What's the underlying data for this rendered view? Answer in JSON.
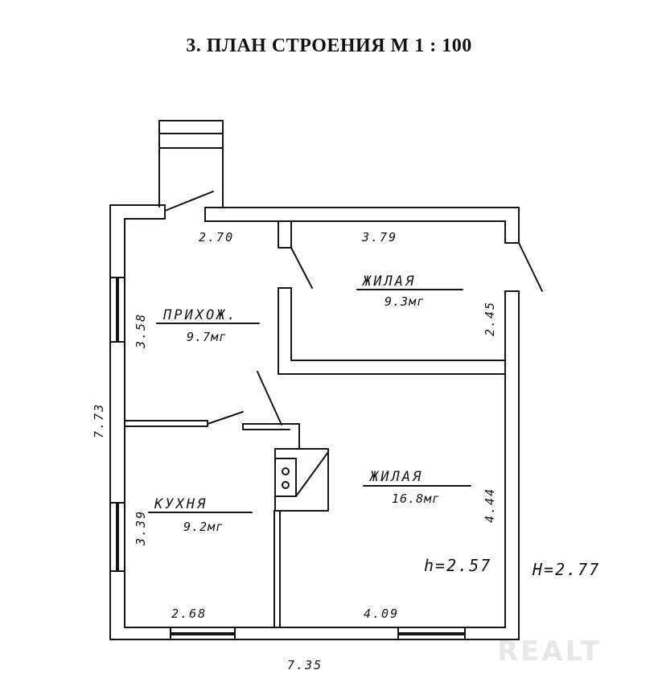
{
  "title": "3. ПЛАН СТРОЕНИЯ М 1 : 100",
  "colors": {
    "ink": "#151515",
    "paper": "#ffffff",
    "watermark": "#b4b4b4"
  },
  "rooms": [
    {
      "name": "ЖИЛАЯ",
      "area": "9.3мг"
    },
    {
      "name": "ПРИХОЖ.",
      "area": "9.7мг"
    },
    {
      "name": "КУХНЯ",
      "area": "9.2мг"
    },
    {
      "name": "ЖИЛАЯ",
      "area": "16.8мг"
    }
  ],
  "dimensions": {
    "top_left": "2.70",
    "top_right": "3.79",
    "hall_height": "3.58",
    "left_total": "7.73",
    "right_upper": "2.45",
    "right_lower": "4.44",
    "kitchen_height": "3.39",
    "bottom_left": "2.68",
    "bottom_right": "4.09",
    "bottom_total": "7.35"
  },
  "heights": {
    "inner": "h=2.57",
    "outer": "H=2.77"
  },
  "watermark": "REALT"
}
